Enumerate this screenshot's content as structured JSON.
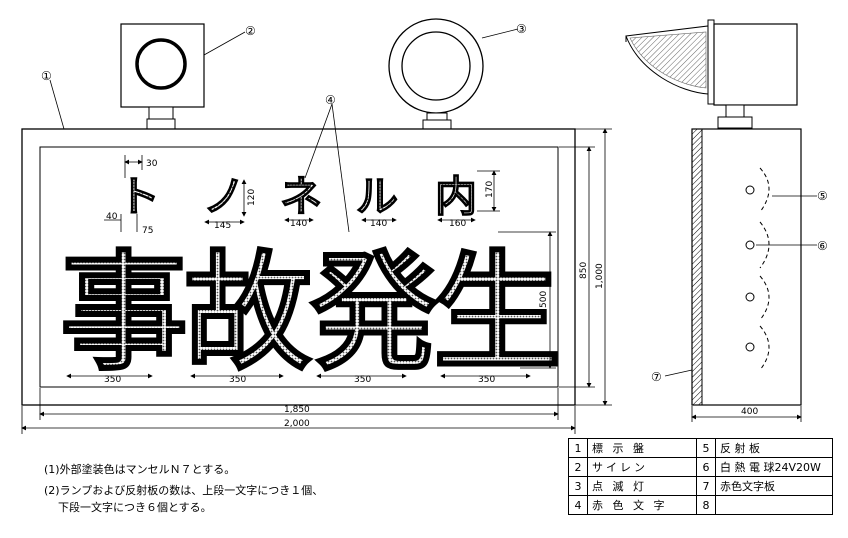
{
  "callouts": [
    "①",
    "②",
    "③",
    "④",
    "⑤",
    "⑥",
    "⑦"
  ],
  "sign": {
    "upper_chars": [
      "ト",
      "ノ",
      "ネ",
      "ル",
      "内"
    ],
    "lower_chars": [
      "事",
      "故",
      "発",
      "生"
    ]
  },
  "dims": {
    "d30": "30",
    "d40": "40",
    "d75": "75",
    "d145": "145",
    "d120": "120",
    "d140a": "140",
    "d140b": "140",
    "d160": "160",
    "d170": "170",
    "d500": "500",
    "d850": "850",
    "d1000": "1,000",
    "d350": [
      "350",
      "350",
      "350",
      "350"
    ],
    "d1850": "1,850",
    "d2000": "2,000",
    "d400": "400"
  },
  "notes": [
    "(1)外部塗装色はマンセルＮ７とする。",
    "(2)ランプおよび反射板の数は、上段一文字につき１個、",
    "下段一文字につき６個とする。"
  ],
  "parts_table": [
    {
      "no_l": "1",
      "name_l": "標 示 盤",
      "no_r": "5",
      "name_r": "反 射 板"
    },
    {
      "no_l": "2",
      "name_l": "サイレン",
      "no_r": "6",
      "name_r": "白 熱 電 球24V20W"
    },
    {
      "no_l": "3",
      "name_l": "点 滅 灯",
      "no_r": "7",
      "name_r": "赤色文字板"
    },
    {
      "no_l": "4",
      "name_l": "赤 色 文 字",
      "no_r": "8",
      "name_r": ""
    }
  ]
}
